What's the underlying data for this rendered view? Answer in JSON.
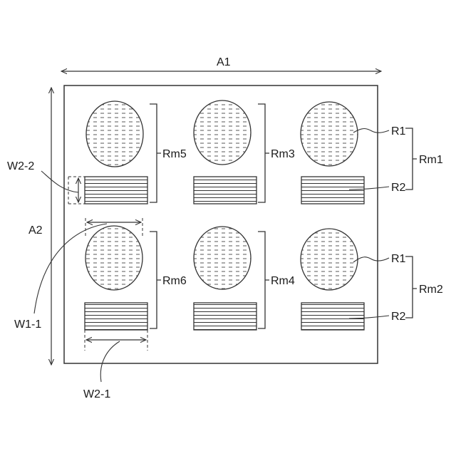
{
  "labels": {
    "a1": "A1",
    "a2": "A2",
    "w2_2": "W2-2",
    "w1_1": "W1-1",
    "w2_1": "W2-1",
    "rm5": "Rm5",
    "rm3": "Rm3",
    "rm6": "Rm6",
    "rm4": "Rm4",
    "r1_top": "R1",
    "r2_top": "R2",
    "rm1": "Rm1",
    "r1_bottom": "R1",
    "r2_bottom": "R2",
    "rm2": "Rm2"
  },
  "colors": {
    "line": "#333333",
    "text": "#1a1a1a",
    "background": "#ffffff"
  }
}
